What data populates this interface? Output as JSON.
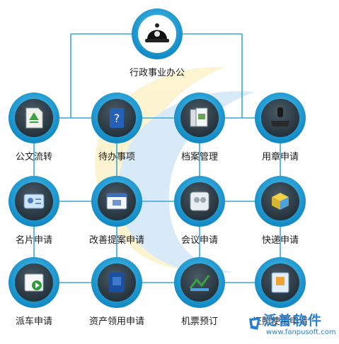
{
  "nodes": [
    {
      "id": "admin-office",
      "label": "行政事业办公",
      "icon": "police-helmet-icon"
    },
    {
      "id": "doc-transfer",
      "label": "公文流转",
      "icon": "recycle-document-icon"
    },
    {
      "id": "todo",
      "label": "待办事项",
      "icon": "help-book-icon"
    },
    {
      "id": "archive",
      "label": "档案管理",
      "icon": "document-stack-icon"
    },
    {
      "id": "seal",
      "label": "用章申请",
      "icon": "stamp-icon"
    },
    {
      "id": "card",
      "label": "名片申请",
      "icon": "business-card-icon"
    },
    {
      "id": "improve",
      "label": "改善提案申请",
      "icon": "window-card-icon"
    },
    {
      "id": "meeting",
      "label": "会议申请",
      "icon": "meeting-icon"
    },
    {
      "id": "express",
      "label": "快递申请",
      "icon": "express-box-icon"
    },
    {
      "id": "dispatch",
      "label": "派车申请",
      "icon": "play-form-icon"
    },
    {
      "id": "asset",
      "label": "资产领用申请",
      "icon": "blue-book-icon"
    },
    {
      "id": "ticket",
      "label": "机票预订",
      "icon": "ticket-chart-icon"
    },
    {
      "id": "license",
      "label": "证照使用申请",
      "icon": "certificate-icon"
    }
  ],
  "watermark": {
    "name": "泛普软件",
    "url": "www.fanpusoft.com"
  },
  "colors": {
    "ring": "#1aa3d9",
    "line": "#3aa7d6",
    "node_face": "#2e3f4a"
  }
}
